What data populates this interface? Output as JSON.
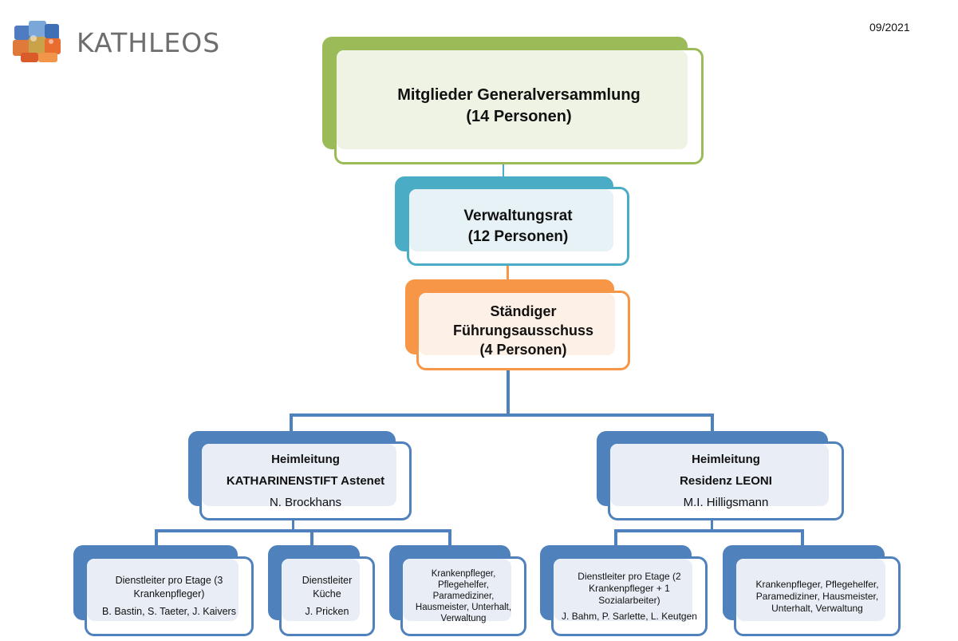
{
  "header": {
    "logo_text": "KATHLEOS",
    "date": "09/2021"
  },
  "colors": {
    "green": "#9bbb59",
    "teal": "#4bacc6",
    "orange": "#f79646",
    "blue": "#4f81bd"
  },
  "chart": {
    "top": {
      "line1": "Mitglieder Generalversammlung",
      "line2": "(14 Personen)"
    },
    "board": {
      "line1": "Verwaltungsrat",
      "line2": "(12 Personen)"
    },
    "committee": {
      "line1": "Ständiger",
      "line2": "Führungsausschuss",
      "line3": "(4 Personen)"
    },
    "home_left": {
      "line1": "Heimleitung",
      "line2": "KATHARINENSTIFT Astenet",
      "line3": "N. Brockhans"
    },
    "home_right": {
      "line1": "Heimleitung",
      "line2": "Residenz LEONI",
      "line3": "M.I. Hilligsmann"
    },
    "left_1": {
      "line1": "Dienstleiter pro Etage (3",
      "line2": "Krankenpfleger)",
      "line3": "B. Bastin, S. Taeter, J. Kaivers"
    },
    "left_2": {
      "line1": "Dienstleiter",
      "line2": "Küche",
      "line3": "J. Pricken"
    },
    "left_3": {
      "line1": "Krankenpfleger,",
      "line2": "Pflegehelfer,",
      "line3": "Paramediziner,",
      "line4": "Hausmeister, Unterhalt,",
      "line5": "Verwaltung"
    },
    "right_1": {
      "line1": "Dienstleiter pro Etage (2",
      "line2": "Krankenpfleger + 1",
      "line3": "Sozialarbeiter)",
      "line4": "J. Bahm, P. Sarlette, L. Keutgen"
    },
    "right_2": {
      "line1": "Krankenpfleger, Pflegehelfer,",
      "line2": "Paramediziner, Hausmeister,",
      "line3": "Unterhalt, Verwaltung"
    }
  }
}
